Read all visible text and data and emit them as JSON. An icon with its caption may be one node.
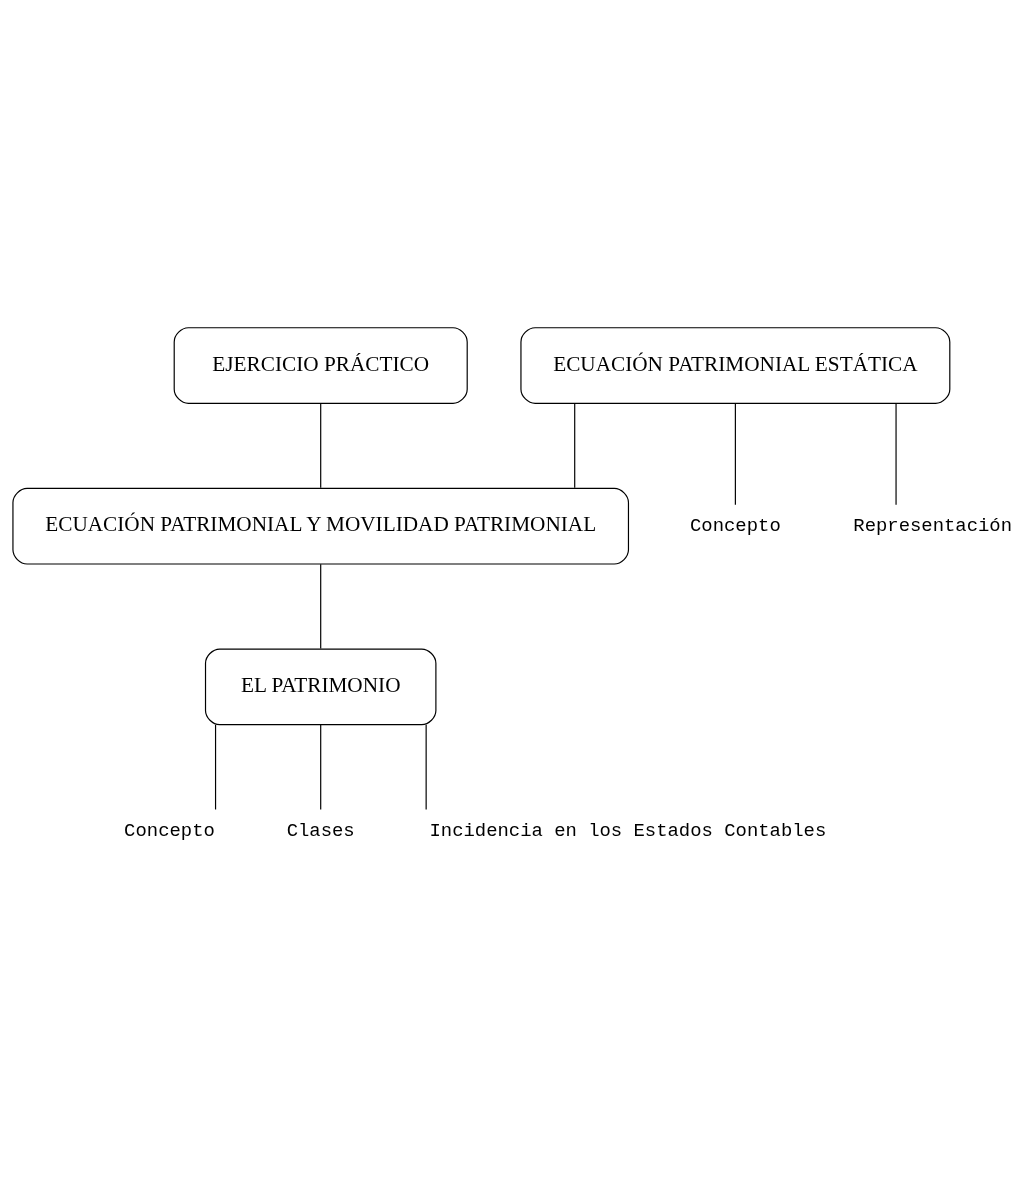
{
  "diagram": {
    "nodes": [
      {
        "text": [
          "EJERCICIO PRÁCTICO"
        ]
      },
      {
        "text": [
          "ECUACIÓN PATRIMONIAL ESTÁTICA"
        ]
      },
      {
        "text": [
          "Concepto"
        ]
      },
      {
        "text": [
          "Representación"
        ]
      },
      {
        "text": [
          "ECUACIÓN PATRIMONIAL Y MOVILIDAD PATRIMONIAL"
        ]
      },
      {
        "text": [
          "EL PATRIMONIO"
        ]
      },
      {
        "text": [
          "Concepto"
        ]
      },
      {
        "text": [
          "Clases"
        ]
      },
      {
        "text": [
          "Incidencia en los Estados Contables"
        ]
      }
    ],
    "edges": [
      {
        "from": 0,
        "to": 4,
        "arrow": "none"
      },
      {
        "from": 1,
        "to": 4,
        "arrow": "none"
      },
      {
        "from": 1,
        "to": 2,
        "arrow": "none"
      },
      {
        "from": 1,
        "to": 3,
        "arrow": "none"
      },
      {
        "from": 4,
        "to": 5,
        "arrow": "none"
      },
      {
        "from": 5,
        "to": 6,
        "arrow": "none"
      },
      {
        "from": 5,
        "to": 7,
        "arrow": "none"
      },
      {
        "from": 5,
        "to": 8,
        "arrow": "none"
      }
    ]
  }
}
